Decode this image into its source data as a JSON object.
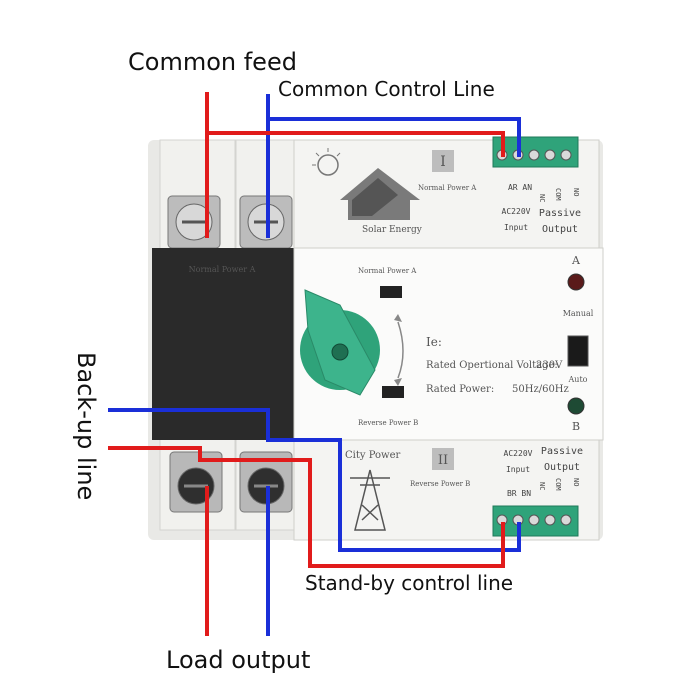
{
  "callouts": {
    "common_feed": "Common feed",
    "common_control_line": "Common Control Line",
    "backup_line": "Back-up line",
    "standby_control_line": "Stand-by control line",
    "load_output": "Load output"
  },
  "device": {
    "top_panel": {
      "roman": "I",
      "source_name": "Normal Power A",
      "image_caption": "Solar Energy",
      "terminals_left": "AR AN",
      "input_voltage": "AC220V",
      "input_label": "Input",
      "terminals_right": [
        "NC",
        "COM",
        "NO"
      ],
      "passive_label": "Passive",
      "output_label": "Output"
    },
    "front_strip_text": "Normal Power A",
    "middle_panel": {
      "top_label": "Normal Power A",
      "bottom_label": "Reverse Power B",
      "ie_label": "Ie:",
      "rated_voltage_label": "Rated Opertional Voltage:",
      "rated_voltage_value": "230V",
      "rated_power_label": "Rated Power:",
      "rated_power_value": "50Hz/60Hz",
      "indicator_a": "A",
      "indicator_b": "B",
      "manual_label": "Manual",
      "auto_label": "Auto"
    },
    "bottom_panel": {
      "roman": "II",
      "image_caption": "City Power",
      "source_name": "Reverse Power B",
      "input_voltage": "AC220V",
      "input_label": "Input",
      "terminals_left": "BR BN",
      "terminals_right": [
        "NC",
        "COM",
        "NO"
      ],
      "passive_label": "Passive",
      "output_label": "Output"
    }
  },
  "colors": {
    "live_wire": "#e11b1b",
    "neutral_wire": "#1a2fd8",
    "terminal_green": "#2fa37a",
    "handle_green": "#3db48c",
    "module_dark": "#2a2a2a",
    "body_white": "#f4f4f2"
  }
}
